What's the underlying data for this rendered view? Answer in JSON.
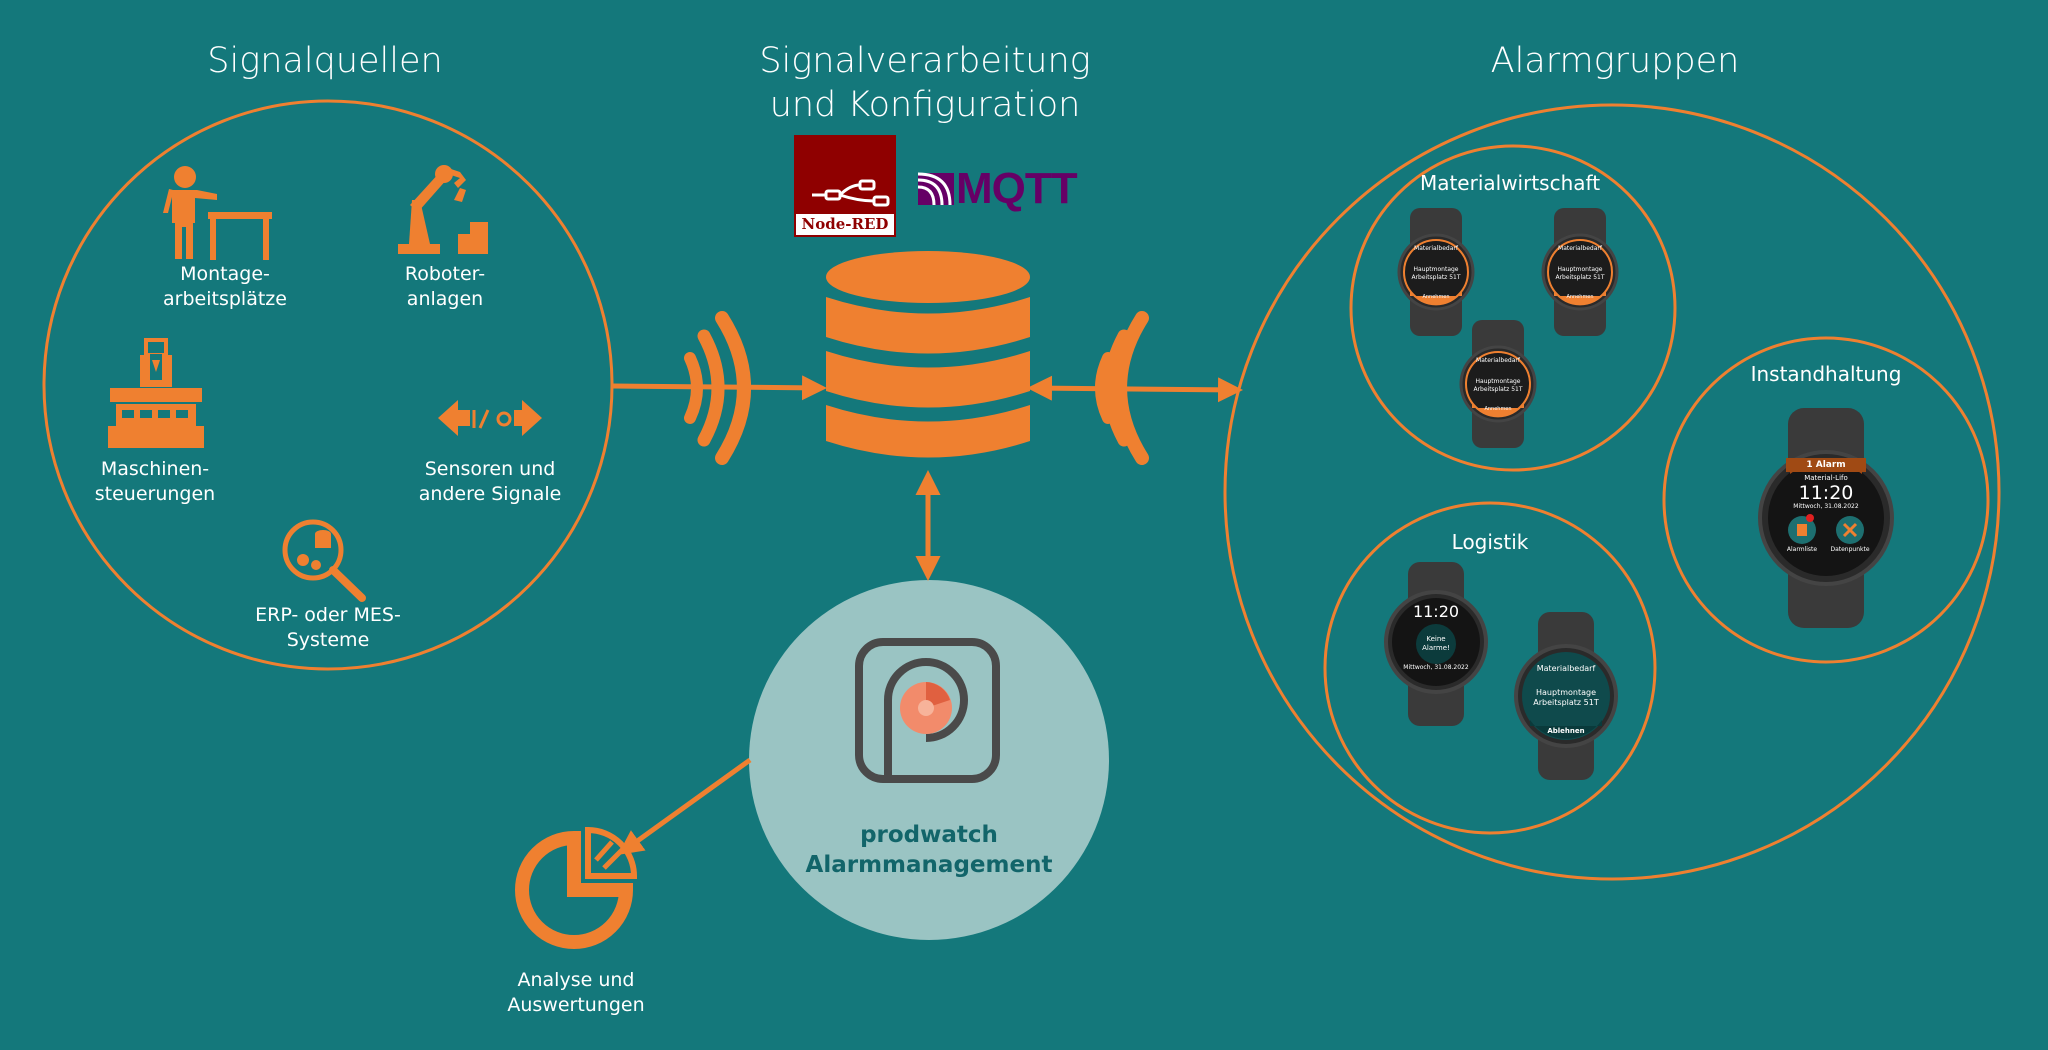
{
  "headings": {
    "sources": "Signalquellen",
    "processing_line1": "Signalverarbeitung",
    "processing_line2": "und Konfiguration",
    "alarm_groups": "Alarmgruppen"
  },
  "sources": {
    "montage": [
      "Montage-",
      "arbeitsplätze"
    ],
    "roboter": [
      "Roboter-",
      "anlagen"
    ],
    "maschinen": [
      "Maschinen-",
      "steuerungen"
    ],
    "sensoren": [
      "Sensoren und",
      "andere Signale"
    ],
    "erp": [
      "ERP- oder MES-",
      "Systeme"
    ]
  },
  "logos": {
    "node_red": "Node-RED",
    "mqtt": "MQTT"
  },
  "prodwatch": [
    "prodwatch",
    "Alarmmanagement"
  ],
  "analyse": [
    "Analyse und",
    "Auswertungen"
  ],
  "groups": {
    "materialwirtschaft": "Materialwirtschaft",
    "instandhaltung": "Instandhaltung",
    "logistik": "Logistik"
  },
  "watches": {
    "mat_title": "Materialbedarf",
    "mat_line1": "Hauptmontage",
    "mat_line2": "Arbeitsplatz 51T",
    "ack_button": "Annehmen",
    "logistik_time": "11:20",
    "logistik_status": [
      "Keine",
      "Alarme!"
    ],
    "logistik_date": "Mittwoch, 31.08.2022",
    "logistik_mat_line2": "Arbeitsplatz 51T",
    "decline_button": "Ablehnen",
    "inst_header": "1 Alarm",
    "inst_sub": "Material-Lifo",
    "inst_time": "11:20",
    "inst_date": "Mittwoch, 31.08.2022",
    "inst_left": "Alarmliste",
    "inst_right": "Datenpunkte"
  },
  "colors": {
    "background": "#14787b",
    "accent": "#ef8030",
    "prodwatch_circle": "#9ac4c3",
    "node_red": "#8f0000",
    "mqtt": "#660066"
  }
}
